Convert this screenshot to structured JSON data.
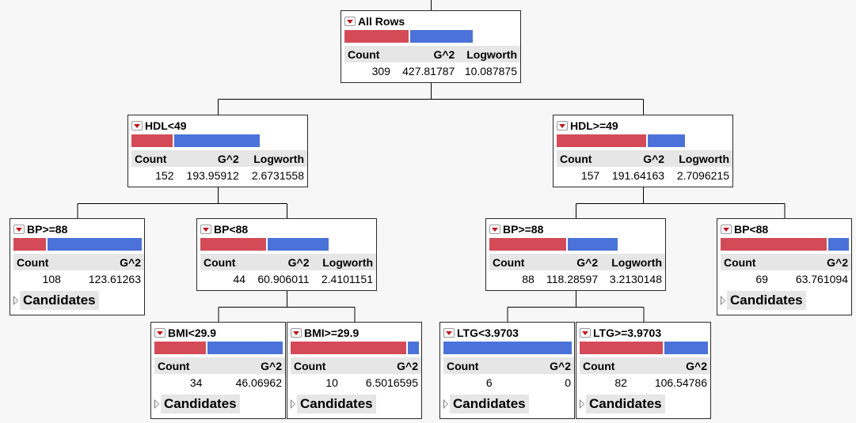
{
  "tree": {
    "colors": {
      "red": "#d44a57",
      "blue": "#4a72d8",
      "border": "#2a2a2a",
      "header_bg": "#e6e6e6"
    },
    "nodes": [
      {
        "id": "root",
        "title": "All Rows",
        "red_share": 0.5,
        "has_logworth": true,
        "count": "309",
        "g2": "427.81787",
        "logworth": "10.087875",
        "has_candidates": false
      },
      {
        "id": "hdl-lt-49",
        "title": "HDL<49",
        "red_share": 0.32,
        "has_logworth": true,
        "count": "152",
        "g2": "193.95912",
        "logworth": "2.6731558",
        "has_candidates": false
      },
      {
        "id": "hdl-ge-49",
        "title": "HDL>=49",
        "red_share": 0.7,
        "has_logworth": true,
        "count": "157",
        "g2": "191.64163",
        "logworth": "2.7096215",
        "has_candidates": false
      },
      {
        "id": "bp-ge-88-left",
        "title": "BP>=88",
        "red_share": 0.25,
        "has_logworth": false,
        "count": "108",
        "g2": "123.61263",
        "has_candidates": true
      },
      {
        "id": "bp-lt-88-left",
        "title": "BP<88",
        "red_share": 0.51,
        "has_logworth": true,
        "count": "44",
        "g2": "60.906011",
        "logworth": "2.4101151",
        "has_candidates": false
      },
      {
        "id": "bp-ge-88-right",
        "title": "BP>=88",
        "red_share": 0.6,
        "has_logworth": true,
        "count": "88",
        "g2": "118.28597",
        "logworth": "3.2130148",
        "has_candidates": false
      },
      {
        "id": "bp-lt-88-right",
        "title": "BP<88",
        "red_share": 0.83,
        "has_logworth": false,
        "count": "69",
        "g2": "63.761094",
        "has_candidates": true
      },
      {
        "id": "bmi-lt-29-9",
        "title": "BMI<29.9",
        "red_share": 0.4,
        "has_logworth": false,
        "count": "34",
        "g2": "46.06962",
        "has_candidates": true
      },
      {
        "id": "bmi-ge-29-9",
        "title": "BMI>=29.9",
        "red_share": 0.9,
        "has_logworth": false,
        "count": "10",
        "g2": "6.5016595",
        "has_candidates": true
      },
      {
        "id": "ltg-lt-3-9703",
        "title": "LTG<3.9703",
        "red_share": 0.0,
        "has_logworth": false,
        "count": "6",
        "g2": "0",
        "has_candidates": true
      },
      {
        "id": "ltg-ge-3-9703",
        "title": "LTG>=3.9703",
        "red_share": 0.65,
        "has_logworth": false,
        "count": "82",
        "g2": "106.54786",
        "has_candidates": true
      }
    ],
    "labels": {
      "count": "Count",
      "g2": "G^2",
      "logworth": "Logworth",
      "candidates": "Candidates"
    }
  }
}
